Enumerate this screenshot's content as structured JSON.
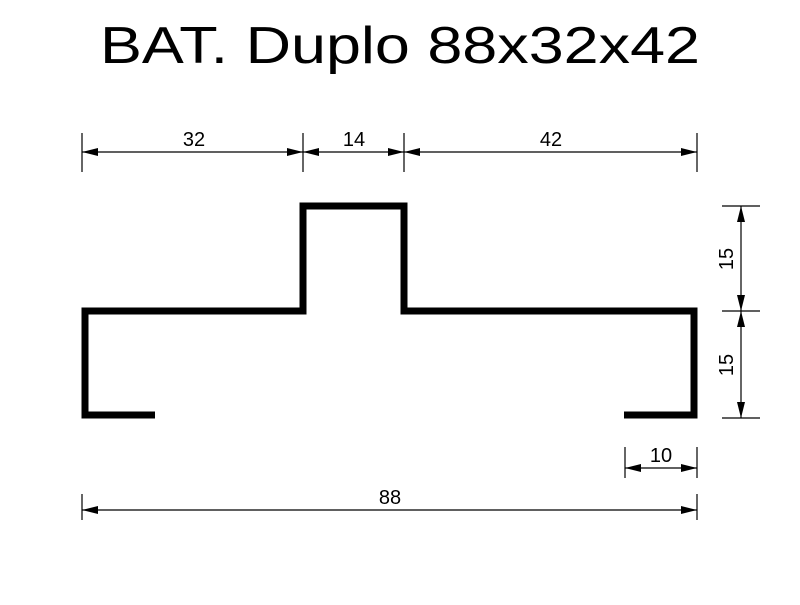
{
  "drawing": {
    "title": "BAT. Duplo 88x32x42",
    "background_color": "#ffffff",
    "line_color": "#000000",
    "dimensions": {
      "top_left": "32",
      "top_center": "14",
      "top_right": "42",
      "right_upper": "15",
      "right_lower": "15",
      "lip_right": "10",
      "bottom_total": "88"
    },
    "units_note": ""
  },
  "chart_data": {
    "type": "table",
    "title": "BAT. Duplo 88x32x42",
    "categories": [
      "32",
      "14",
      "42",
      "15",
      "15",
      "10",
      "88"
    ],
    "values": [
      32,
      14,
      42,
      15,
      15,
      10,
      88
    ],
    "xlabel": "",
    "ylabel": ""
  }
}
